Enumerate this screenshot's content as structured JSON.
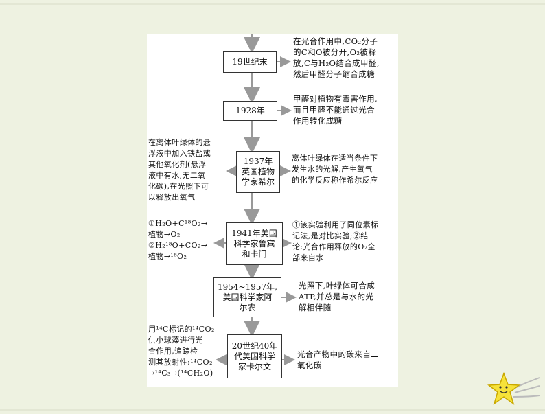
{
  "colors": {
    "background": "#eef2e1",
    "panel": "#ffffff",
    "arrow": "#999999",
    "star": "#f6e23a"
  },
  "timeline": [
    {
      "id": "19c",
      "label": "19世纪末",
      "right_text": "在光合作用中,CO₂分子\n的C和O被分开,O₂被释\n放,C与H₂O结合成甲醛,\n然后甲醛分子缩合成糖"
    },
    {
      "id": "1928",
      "label": "1928年",
      "right_text": "甲醛对植物有毒害作用,\n而且甲醛不能通过光合\n作用转化成糖"
    },
    {
      "id": "1937",
      "label": "1937年\n英国植物\n学家希尔",
      "left_text": "在离体叶绿体的悬\n浮液中加入铁盐或\n其他氧化剂(悬浮\n液中有水,无二氧\n化碳),在光照下可\n以释放出氧气",
      "right_text": "离体叶绿体在适当条件下\n发生水的光解,产生氧气\n的化学反应称作希尔反应"
    },
    {
      "id": "1941",
      "label": "1941年美国\n科学家鲁宾\n和卡门",
      "left_text": "①H₂O+C¹⁸O₂→\n植物→O₂\n②H₂¹⁸O+CO₂→\n植物→¹⁸O₂",
      "right_text": "①该实验利用了同位素标\n记法,是对比实验;②结\n论:光合作用释放的O₂全\n部来自水"
    },
    {
      "id": "1954",
      "label": "1954~1957年,\n美国科学家阿\n尔农",
      "right_text": "光照下,叶绿体可合成\nATP,并总是与水的光\n解相伴随"
    },
    {
      "id": "1940s",
      "label": "20世纪40年\n代美国科学\n家卡尔文",
      "left_text": "用¹⁴C标记的¹⁴CO₂\n供小球藻进行光\n合作用,追踪检\n测其放射性:¹⁴CO₂\n→¹⁴C₃→(¹⁴CH₂O)",
      "right_text": "光合产物中的碳来自二\n氧化碳"
    }
  ]
}
